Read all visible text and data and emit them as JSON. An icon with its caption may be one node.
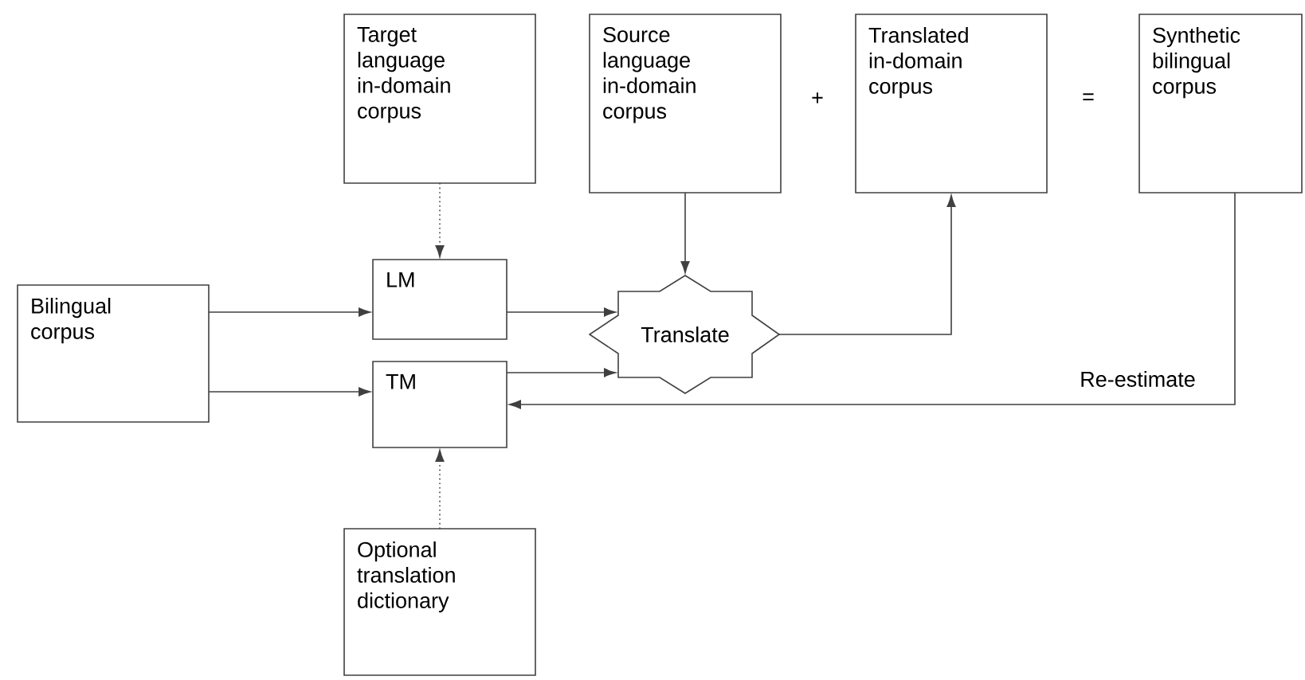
{
  "diagram": {
    "nodes": [
      {
        "text": [
          "Target language in-domain corpus"
        ]
      },
      {
        "text": [
          "Source language in-domain corpus"
        ]
      },
      {
        "text": [
          "Translated in-domain corpus"
        ]
      },
      {
        "text": [
          "Synthetic bilingual corpus"
        ]
      },
      {
        "text": [
          "Bilingual corpus"
        ]
      },
      {
        "text": [
          "LM"
        ]
      },
      {
        "text": [
          "Translate"
        ]
      },
      {
        "text": [
          "TM"
        ]
      },
      {
        "text": [
          "Optional translation dictionary"
        ]
      }
    ],
    "edges": [
      {
        "from": 0,
        "to": 5,
        "arrow": "to",
        "style": "dashed"
      },
      {
        "from": 1,
        "to": 6,
        "arrow": "to"
      },
      {
        "from": 4,
        "to": 5,
        "arrow": "to"
      },
      {
        "from": 4,
        "to": 7,
        "arrow": "to"
      },
      {
        "from": 5,
        "to": 6,
        "arrow": "to"
      },
      {
        "from": 7,
        "to": 6,
        "arrow": "to"
      },
      {
        "from": 6,
        "to": 2,
        "arrow": "to"
      },
      {
        "from": 3,
        "to": 7,
        "arrow": "to",
        "label": "Re-estimate"
      },
      {
        "from": 8,
        "to": 7,
        "arrow": "to",
        "style": "dashed"
      }
    ],
    "labels": [
      "+",
      "="
    ]
  }
}
